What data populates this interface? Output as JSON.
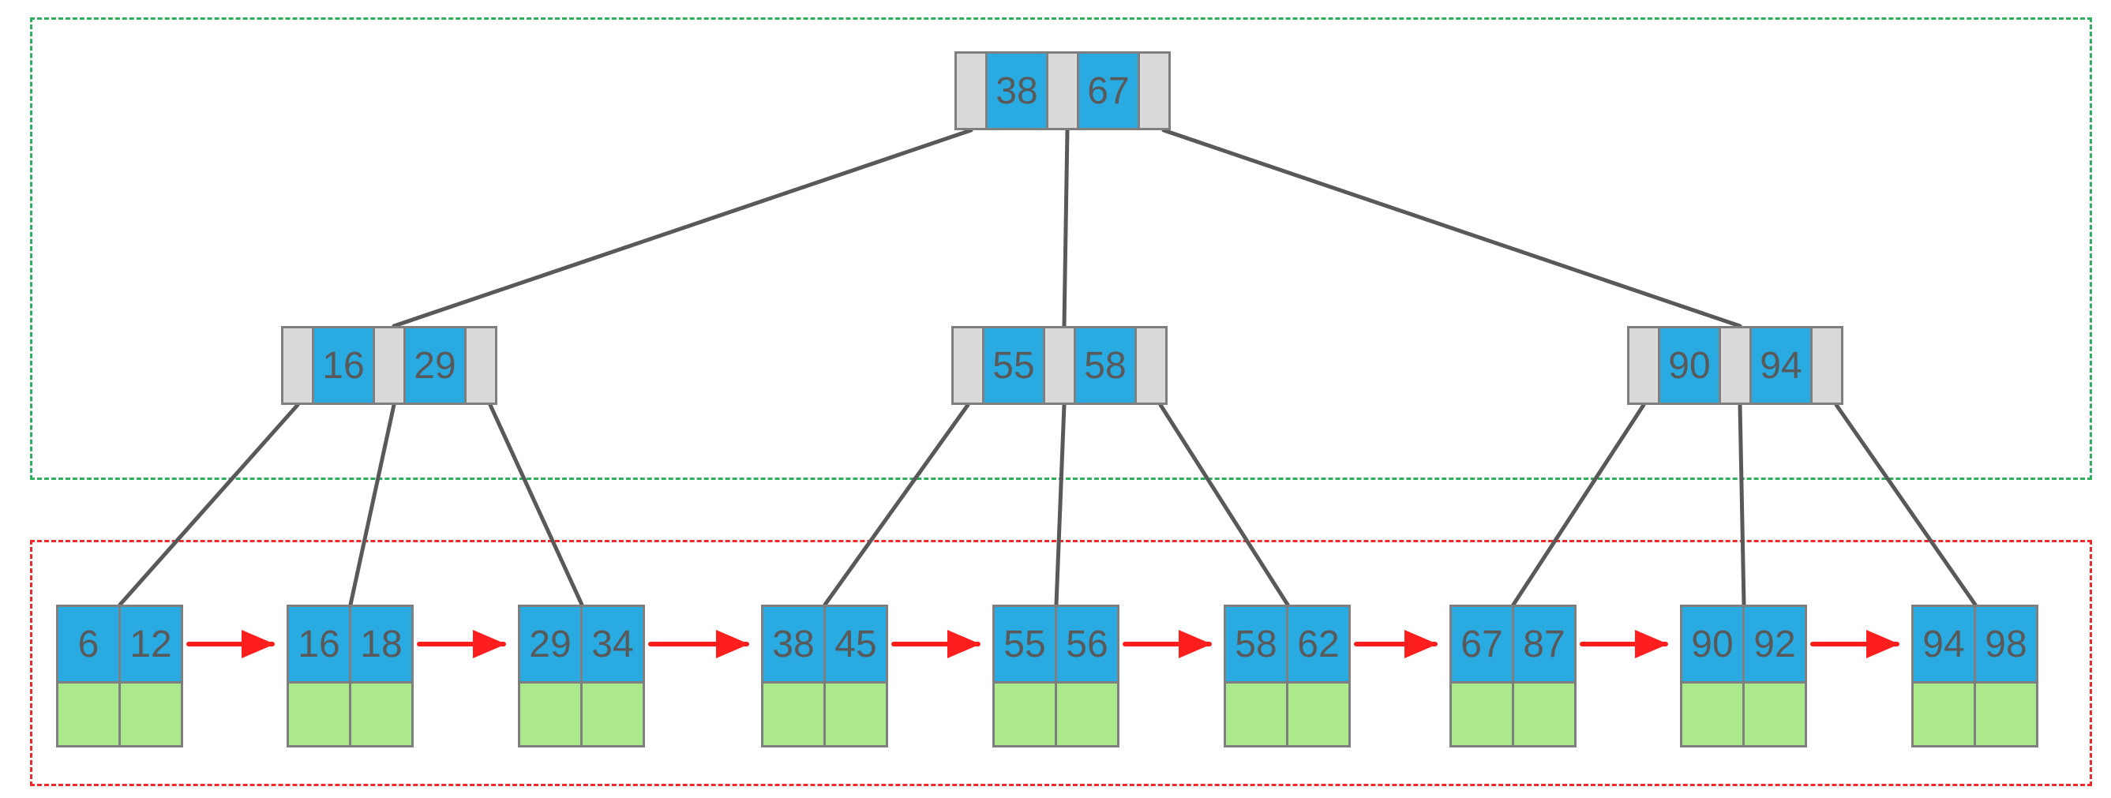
{
  "diagram": {
    "root": {
      "keys": [
        "38",
        "67"
      ]
    },
    "internal_nodes": [
      {
        "keys": [
          "16",
          "29"
        ]
      },
      {
        "keys": [
          "55",
          "58"
        ]
      },
      {
        "keys": [
          "90",
          "94"
        ]
      }
    ],
    "leaf_nodes": [
      {
        "keys": [
          "6",
          "12"
        ]
      },
      {
        "keys": [
          "16",
          "18"
        ]
      },
      {
        "keys": [
          "29",
          "34"
        ]
      },
      {
        "keys": [
          "38",
          "45"
        ]
      },
      {
        "keys": [
          "55",
          "56"
        ]
      },
      {
        "keys": [
          "58",
          "62"
        ]
      },
      {
        "keys": [
          "67",
          "87"
        ]
      },
      {
        "keys": [
          "90",
          "92"
        ]
      },
      {
        "keys": [
          "94",
          "98"
        ]
      }
    ]
  },
  "colors": {
    "key-fill": "#29ABE2",
    "pointer-fill": "#D9D9D9",
    "data-fill": "#ACE98C",
    "cell-border": "#7F7F7F",
    "edge": "#595959",
    "link-arrow": "#FF1E1E",
    "internal-region": "#2EAE5E",
    "leaf-region": "#ED2D2D",
    "text": "#595959",
    "background": "#FFFFFF"
  }
}
